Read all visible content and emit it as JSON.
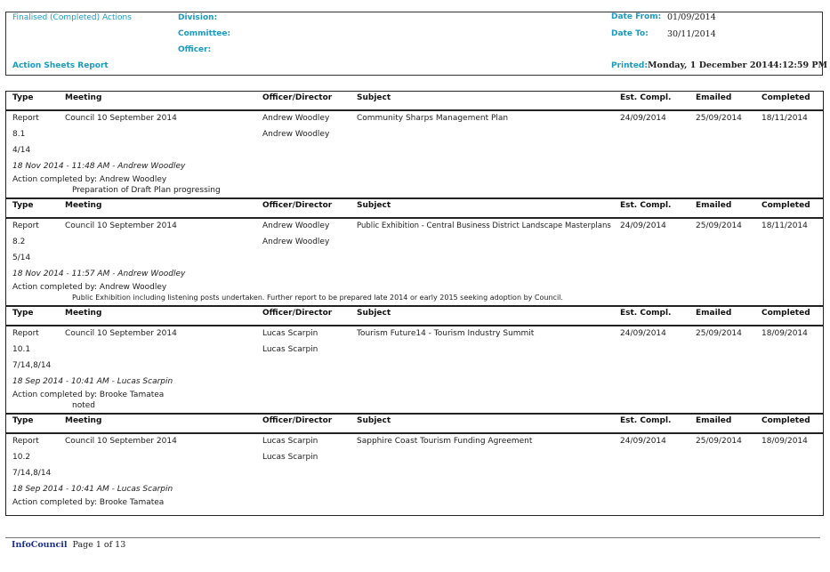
{
  "header": {
    "report_type": "Finalised (Completed) Actions",
    "report_title": "Action Sheets Report",
    "division_label": "Division:",
    "committee_label": "Committee:",
    "officer_label": "Officer:",
    "date_from_label": "Date From:",
    "date_from": "01/09/2014",
    "date_to_label": "Date To:",
    "date_to": "30/11/2014",
    "printed_label": "Printed:",
    "printed_date": "Monday, 1 December 2014",
    "printed_time": "4:12:59 PM"
  },
  "columns": {
    "type": "Type",
    "meeting": "Meeting",
    "officer": "Officer/Director",
    "subject": "Subject",
    "est": "Est. Compl.",
    "emailed": "Emailed",
    "completed": "Completed"
  },
  "records": [
    {
      "type": "Report",
      "meeting": "Council 10 September 2014",
      "officer1": "Andrew Woodley",
      "officer2": "Andrew Woodley",
      "subject": "Community Sharps Management Plan",
      "est": "24/09/2014",
      "emailed": "25/09/2014",
      "completed": "18/11/2014",
      "item": "8.1",
      "ref": "4/14",
      "timestamp": "18 Nov 2014 - 11:48 AM - Andrew Woodley",
      "completed_by": "Action completed by: Andrew Woodley",
      "note": "Preparation of Draft Plan progressing"
    },
    {
      "type": "Report",
      "meeting": "Council 10 September 2014",
      "officer1": "Andrew Woodley",
      "officer2": "Andrew Woodley",
      "subject": "Public Exhibition - Central Business District Landscape Masterplans",
      "est": "24/09/2014",
      "emailed": "25/09/2014",
      "completed": "18/11/2014",
      "item": "8.2",
      "ref": "5/14",
      "timestamp": "18 Nov 2014 - 11:57 AM - Andrew Woodley",
      "completed_by": "Action completed by: Andrew Woodley",
      "note": "Public Exhibition including listening posts undertaken. Further report to be prepared late 2014 or early 2015 seeking adoption by Council."
    },
    {
      "type": "Report",
      "meeting": "Council 10 September 2014",
      "officer1": "Lucas Scarpin",
      "officer2": "Lucas Scarpin",
      "subject": "Tourism Future14 - Tourism Industry Summit",
      "est": "24/09/2014",
      "emailed": "25/09/2014",
      "completed": "18/09/2014",
      "item": "10.1",
      "ref": "7/14,8/14",
      "timestamp": "18 Sep 2014 - 10:41 AM - Lucas Scarpin",
      "completed_by": "Action completed by: Brooke Tamatea",
      "note": "noted"
    },
    {
      "type": "Report",
      "meeting": "Council 10 September 2014",
      "officer1": "Lucas Scarpin",
      "officer2": "Lucas Scarpin",
      "subject": "Sapphire Coast Tourism Funding Agreement",
      "est": "24/09/2014",
      "emailed": "25/09/2014",
      "completed": "18/09/2014",
      "item": "10.2",
      "ref": "7/14,8/14",
      "timestamp": "18 Sep 2014 - 10:41 AM - Lucas Scarpin",
      "completed_by": "Action completed by: Brooke Tamatea"
    }
  ],
  "footer": {
    "brand": "InfoCouncil",
    "page": "Page 1 of 13"
  }
}
